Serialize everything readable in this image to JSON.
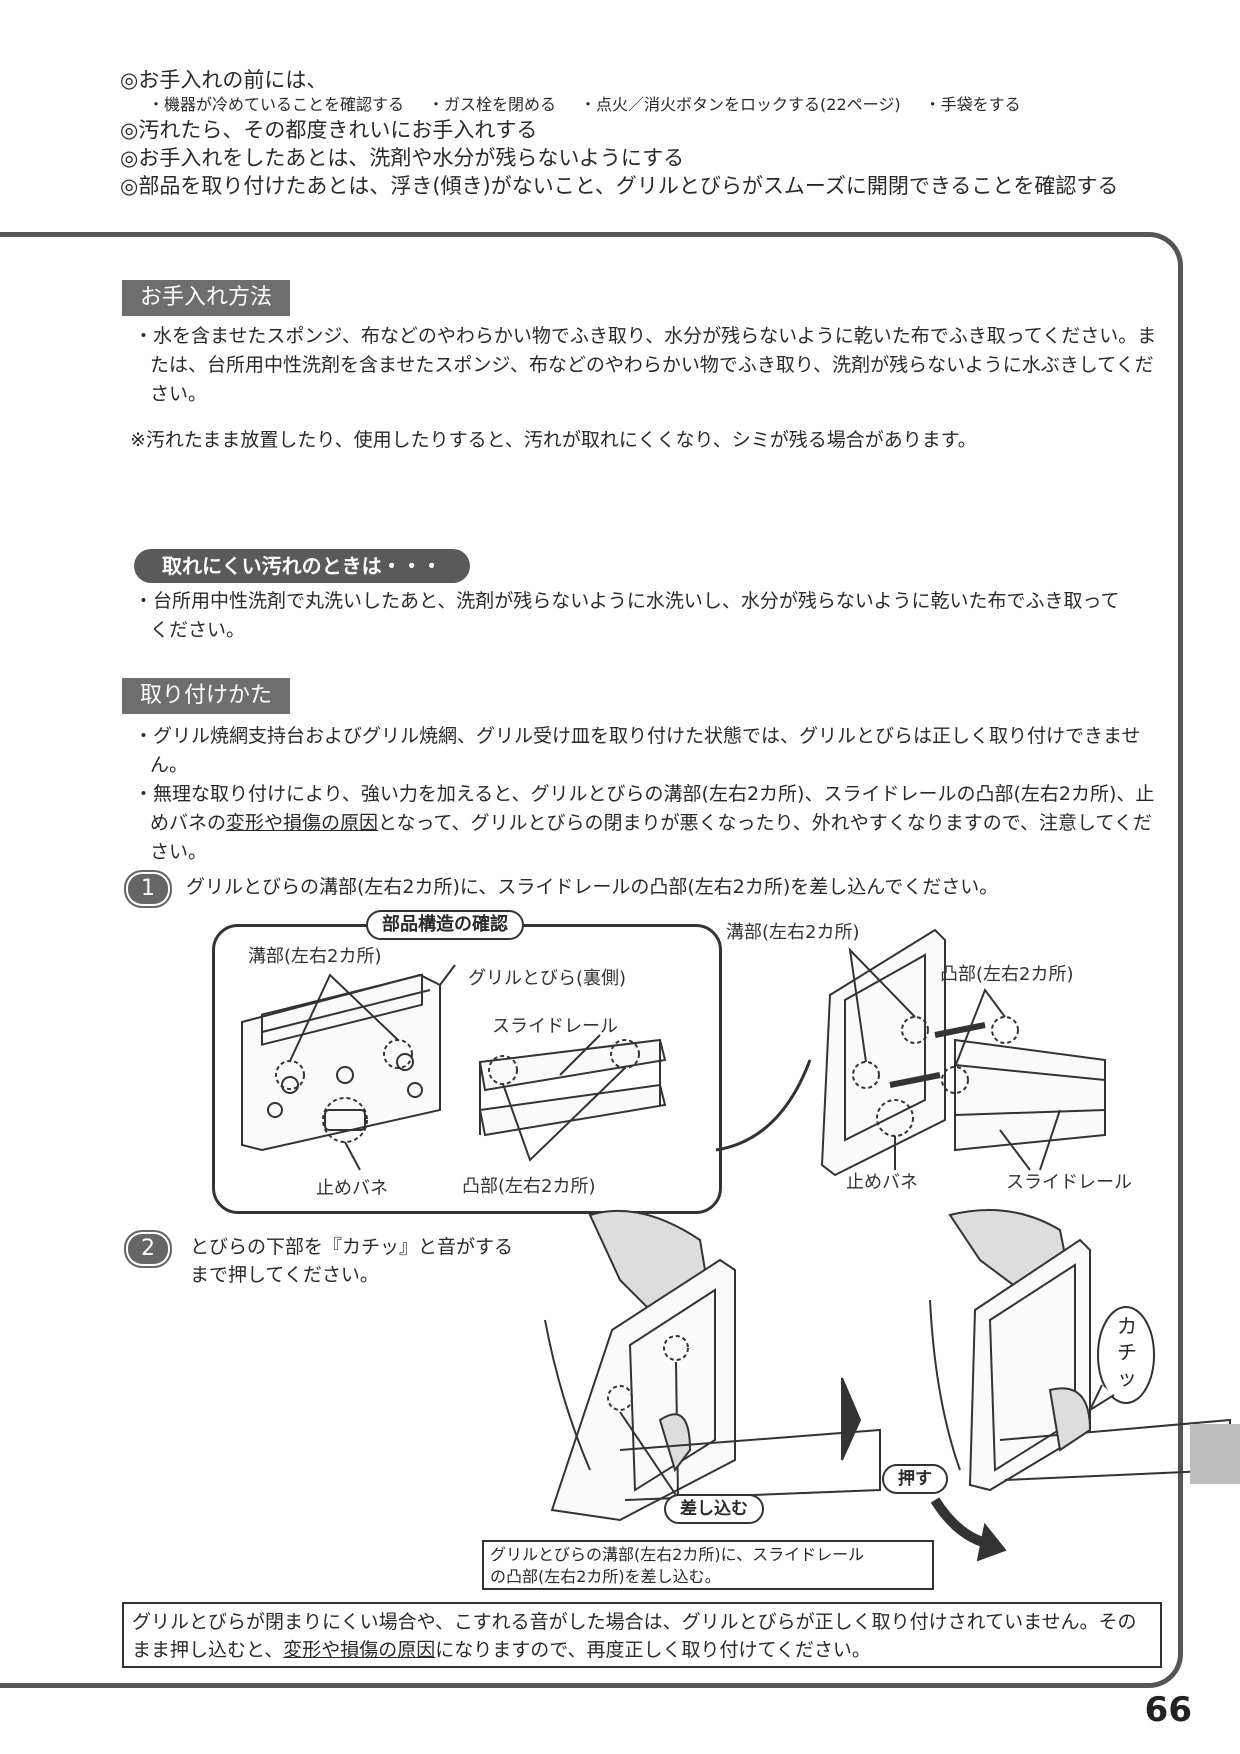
{
  "intro": {
    "line1": "◎お手入れの前には、",
    "sub1": "・機器が冷めていることを確認する",
    "sub2": "・ガス栓を閉める",
    "sub3": "・点火／消火ボタンをロックする(22ページ)",
    "sub4": "・手袋をする",
    "line2": "◎汚れたら、その都度きれいにお手入れする",
    "line3": "◎お手入れをしたあとは、洗剤や水分が残らないようにする",
    "line4": "◎部品を取り付けたあとは、浮き(傾き)がないこと、グリルとびらがスムーズに開閉できることを確認する"
  },
  "care": {
    "heading": "お手入れ方法",
    "bullet": "・水を含ませたスポンジ、布などのやわらかい物でふき取り、水分が残らないように乾いた布でふき取ってください。または、台所用中性洗剤を含ませたスポンジ、布などのやわらかい物でふき取り、洗剤が残らないように水ぶきしてください。",
    "note": "※汚れたまま放置したり、使用したりすると、汚れが取れにくくなり、シミが残る場合があります。"
  },
  "stubborn": {
    "heading": "取れにくい汚れのときは・・・",
    "bullet": "・台所用中性洗剤で丸洗いしたあと、洗剤が残らないように水洗いし、水分が残らないように乾いた布でふき取ってください。"
  },
  "install": {
    "heading": "取り付けかた",
    "bullet1": "・グリル焼網支持台およびグリル焼網、グリル受け皿を取り付けた状態では、グリルとびらは正しく取り付けできません。",
    "bullet2_a": "・無理な取り付けにより、強い力を加えると、グリルとびらの溝部(左右2カ所)、スライドレールの凸部(左右2カ所)、止めバネの",
    "bullet2_u": "変形や損傷の原因",
    "bullet2_b": "となって、グリルとびらの閉まりが悪くなったり、外れやすくなりますので、注意してください。"
  },
  "step1": {
    "num": "1",
    "text": "グリルとびらの溝部(左右2カ所)に、スライドレールの凸部(左右2カ所)を差し込んでください。"
  },
  "figure1": {
    "title": "部品構造の確認",
    "label_groove": "溝部(左右2カ所)",
    "label_door": "グリルとびら(裏側)",
    "label_rail": "スライドレール",
    "label_spring": "止めバネ",
    "label_boss": "凸部(左右2カ所)",
    "label_groove_r": "溝部(左右2カ所)",
    "label_boss_r": "凸部(左右2カ所)",
    "label_spring_r": "止めバネ",
    "label_rail_r": "スライドレール"
  },
  "step2": {
    "num": "2",
    "text_line1": "とびらの下部を『カチッ』と音がする",
    "text_line2": "まで押してください。",
    "tag_insert": "差し込む",
    "tag_push": "押す",
    "sound_1": "カ",
    "sound_2": "チ",
    "sound_3": "ッ",
    "callout_line1": "グリルとびらの溝部(左右2カ所)に、スライドレール",
    "callout_line2": "の凸部(左右2カ所)を差し込む。"
  },
  "warning": {
    "text_a": "グリルとびらが閉まりにくい場合や、こすれる音がした場合は、グリルとびらが正しく取り付けされていません。そのまま押し込むと、",
    "text_u": "変形や損傷の原因",
    "text_b": "になりますので、再度正しく取り付けてください。"
  },
  "page_number": "66"
}
